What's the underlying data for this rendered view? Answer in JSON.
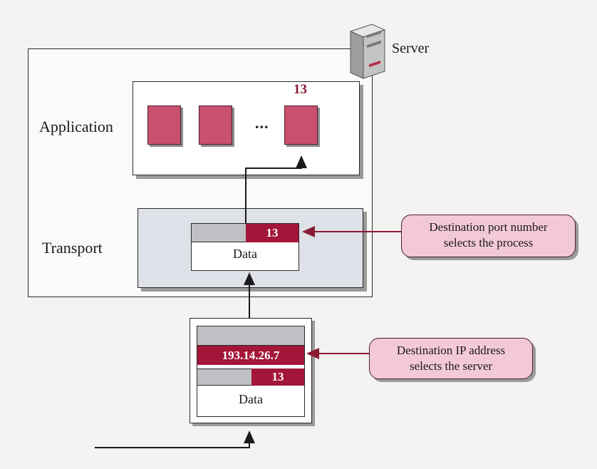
{
  "server": {
    "label": "Server",
    "icon": "server-tower-icon"
  },
  "application_layer": {
    "label": "Application",
    "dots": "...",
    "selected_port": "13"
  },
  "transport_layer": {
    "label": "Transport",
    "segment": {
      "port": "13",
      "data_label": "Data"
    }
  },
  "datagram": {
    "ip_address": "193.14.26.7",
    "segment_port": "13",
    "data_label": "Data"
  },
  "callouts": {
    "port": {
      "line1": "Destination port number",
      "line2": "selects the process"
    },
    "ip": {
      "line1": "Destination IP address",
      "line2": "selects the server"
    }
  },
  "colors": {
    "process_fill": "#c9506f",
    "header_red": "#a3163a",
    "callout_fill": "#f3c9d5",
    "transport_fill": "#dfe1e8"
  }
}
